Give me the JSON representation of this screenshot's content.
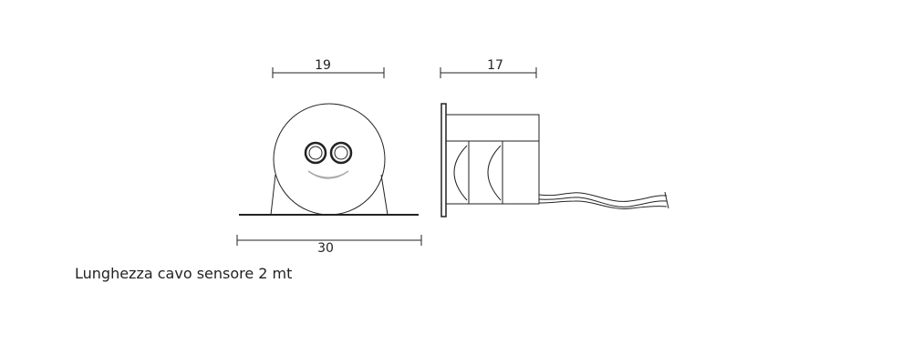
{
  "dimensions": {
    "front_width": "19",
    "side_depth": "17",
    "base_width": "30"
  },
  "caption": "Lunghezza cavo sensore 2 mt",
  "colors": {
    "line": "#222222",
    "smile": "#aaaaaa",
    "background": "#ffffff"
  },
  "icons": {
    "front": "smiley-sensor-front-icon",
    "side": "sensor-side-profile-icon"
  }
}
